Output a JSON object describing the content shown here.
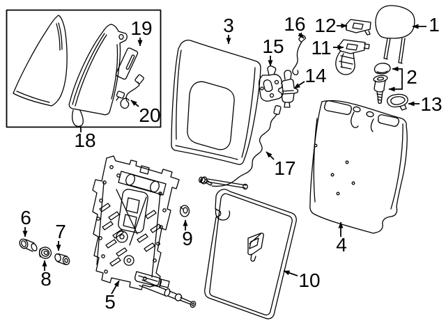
{
  "diagram": {
    "kind": "exploded-parts-line-diagram",
    "background_color": "#ffffff",
    "line_color": "#000000",
    "callout_text_color": "#000000"
  },
  "callouts": [
    {
      "number": "1"
    },
    {
      "number": "2"
    },
    {
      "number": "3"
    },
    {
      "number": "4"
    },
    {
      "number": "5"
    },
    {
      "number": "6"
    },
    {
      "number": "7"
    },
    {
      "number": "8"
    },
    {
      "number": "9"
    },
    {
      "number": "10"
    },
    {
      "number": "11"
    },
    {
      "number": "12"
    },
    {
      "number": "13"
    },
    {
      "number": "14"
    },
    {
      "number": "15"
    },
    {
      "number": "16"
    },
    {
      "number": "17"
    },
    {
      "number": "18"
    },
    {
      "number": "19"
    },
    {
      "number": "20"
    }
  ]
}
